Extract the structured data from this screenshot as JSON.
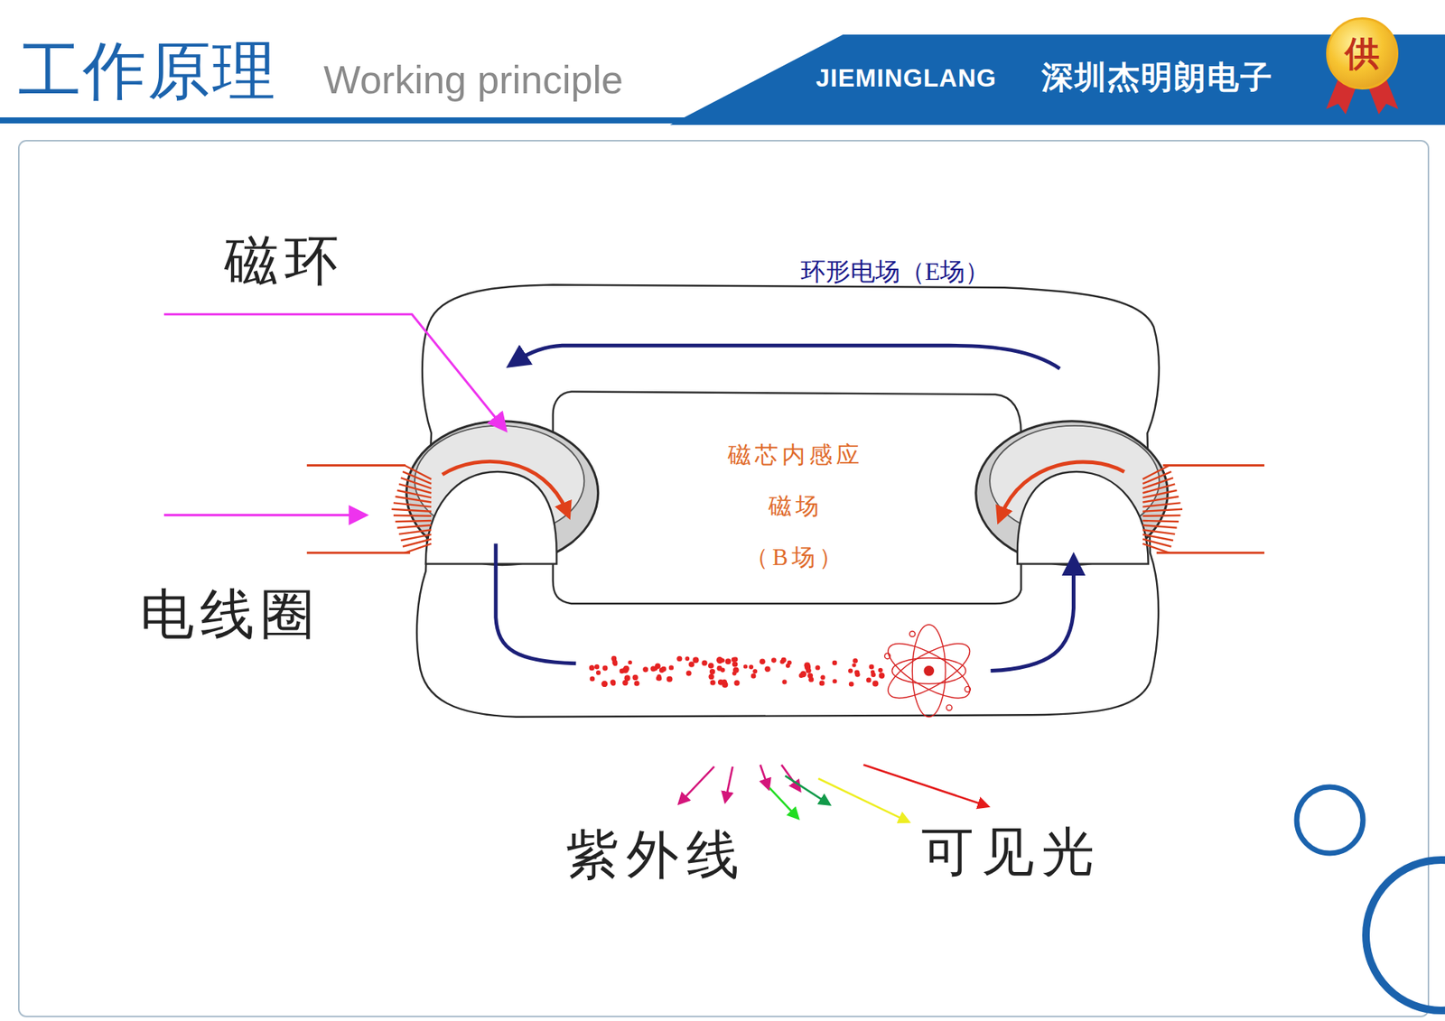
{
  "diagram": {
    "title": "工作原理",
    "nodes": [
      {
        "text": [
          "供"
        ]
      },
      {
        "text": [
          "磁芯内感应 磁场（B场）"
        ]
      }
    ],
    "labels": [
      "Working principle",
      "JIEMINGLANG",
      "深圳杰明朗电子",
      "磁环",
      "电线圈",
      "环形电场（E场）",
      "紫外线",
      "可见光"
    ]
  }
}
